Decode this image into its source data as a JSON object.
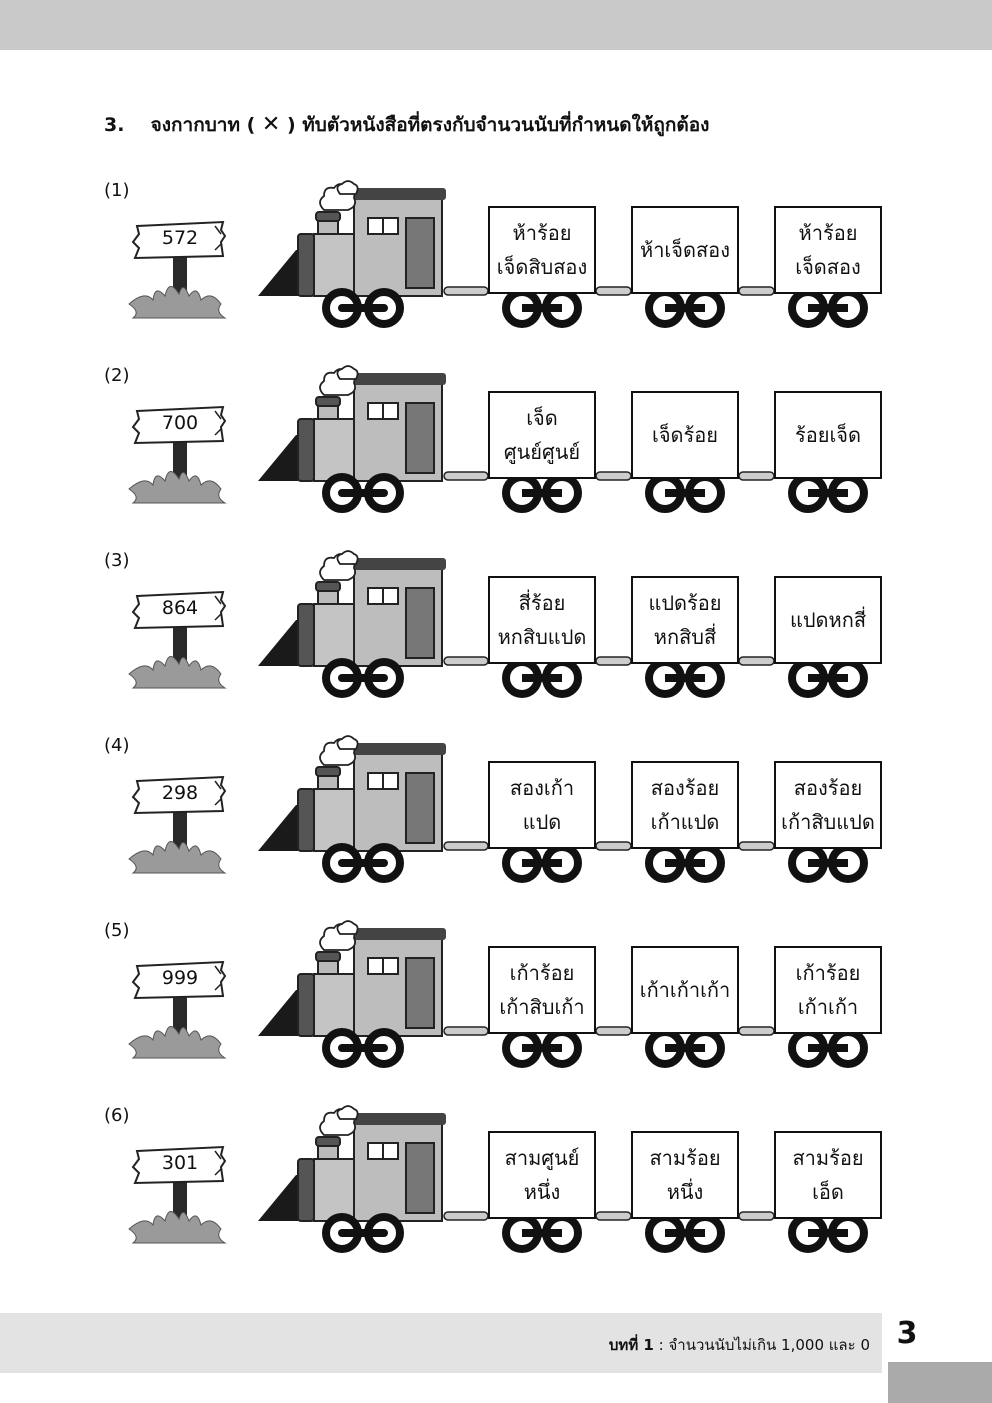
{
  "instruction": {
    "number": "3.",
    "text_before": "จงกากบาท (",
    "mark": "✕",
    "text_after": ") ทับตัวหนังสือที่ตรงกับจำนวนนับที่กำหนดให้ถูกต้อง"
  },
  "exercises": [
    {
      "label": "(1)",
      "number": "572",
      "options": [
        [
          "ห้าร้อย",
          "เจ็ดสิบสอง"
        ],
        [
          "ห้าเจ็ดสอง"
        ],
        [
          "ห้าร้อย",
          "เจ็ดสอง"
        ]
      ]
    },
    {
      "label": "(2)",
      "number": "700",
      "options": [
        [
          "เจ็ด",
          "ศูนย์ศูนย์"
        ],
        [
          "เจ็ดร้อย"
        ],
        [
          "ร้อยเจ็ด"
        ]
      ]
    },
    {
      "label": "(3)",
      "number": "864",
      "options": [
        [
          "สี่ร้อย",
          "หกสิบแปด"
        ],
        [
          "แปดร้อย",
          "หกสิบสี่"
        ],
        [
          "แปดหกสี่"
        ]
      ]
    },
    {
      "label": "(4)",
      "number": "298",
      "options": [
        [
          "สองเก้า",
          "แปด"
        ],
        [
          "สองร้อย",
          "เก้าแปด"
        ],
        [
          "สองร้อย",
          "เก้าสิบแปด"
        ]
      ]
    },
    {
      "label": "(5)",
      "number": "999",
      "options": [
        [
          "เก้าร้อย",
          "เก้าสิบเก้า"
        ],
        [
          "เก้าเก้าเก้า"
        ],
        [
          "เก้าร้อย",
          "เก้าเก้า"
        ]
      ]
    },
    {
      "label": "(6)",
      "number": "301",
      "options": [
        [
          "สามศูนย์",
          "หนึ่ง"
        ],
        [
          "สามร้อย",
          "หนึ่ง"
        ],
        [
          "สามร้อย",
          "เอ็ด"
        ]
      ]
    }
  ],
  "footer": {
    "chapter_label": "บทที่ 1",
    "chapter_title": ": จำนวนนับไม่เกิน 1,000 และ 0",
    "page_number": "3"
  },
  "colors": {
    "band": "#c9c9c9",
    "footer": "#e3e3e3",
    "locomotive": "#bdbdbd",
    "grass": "#999999"
  }
}
